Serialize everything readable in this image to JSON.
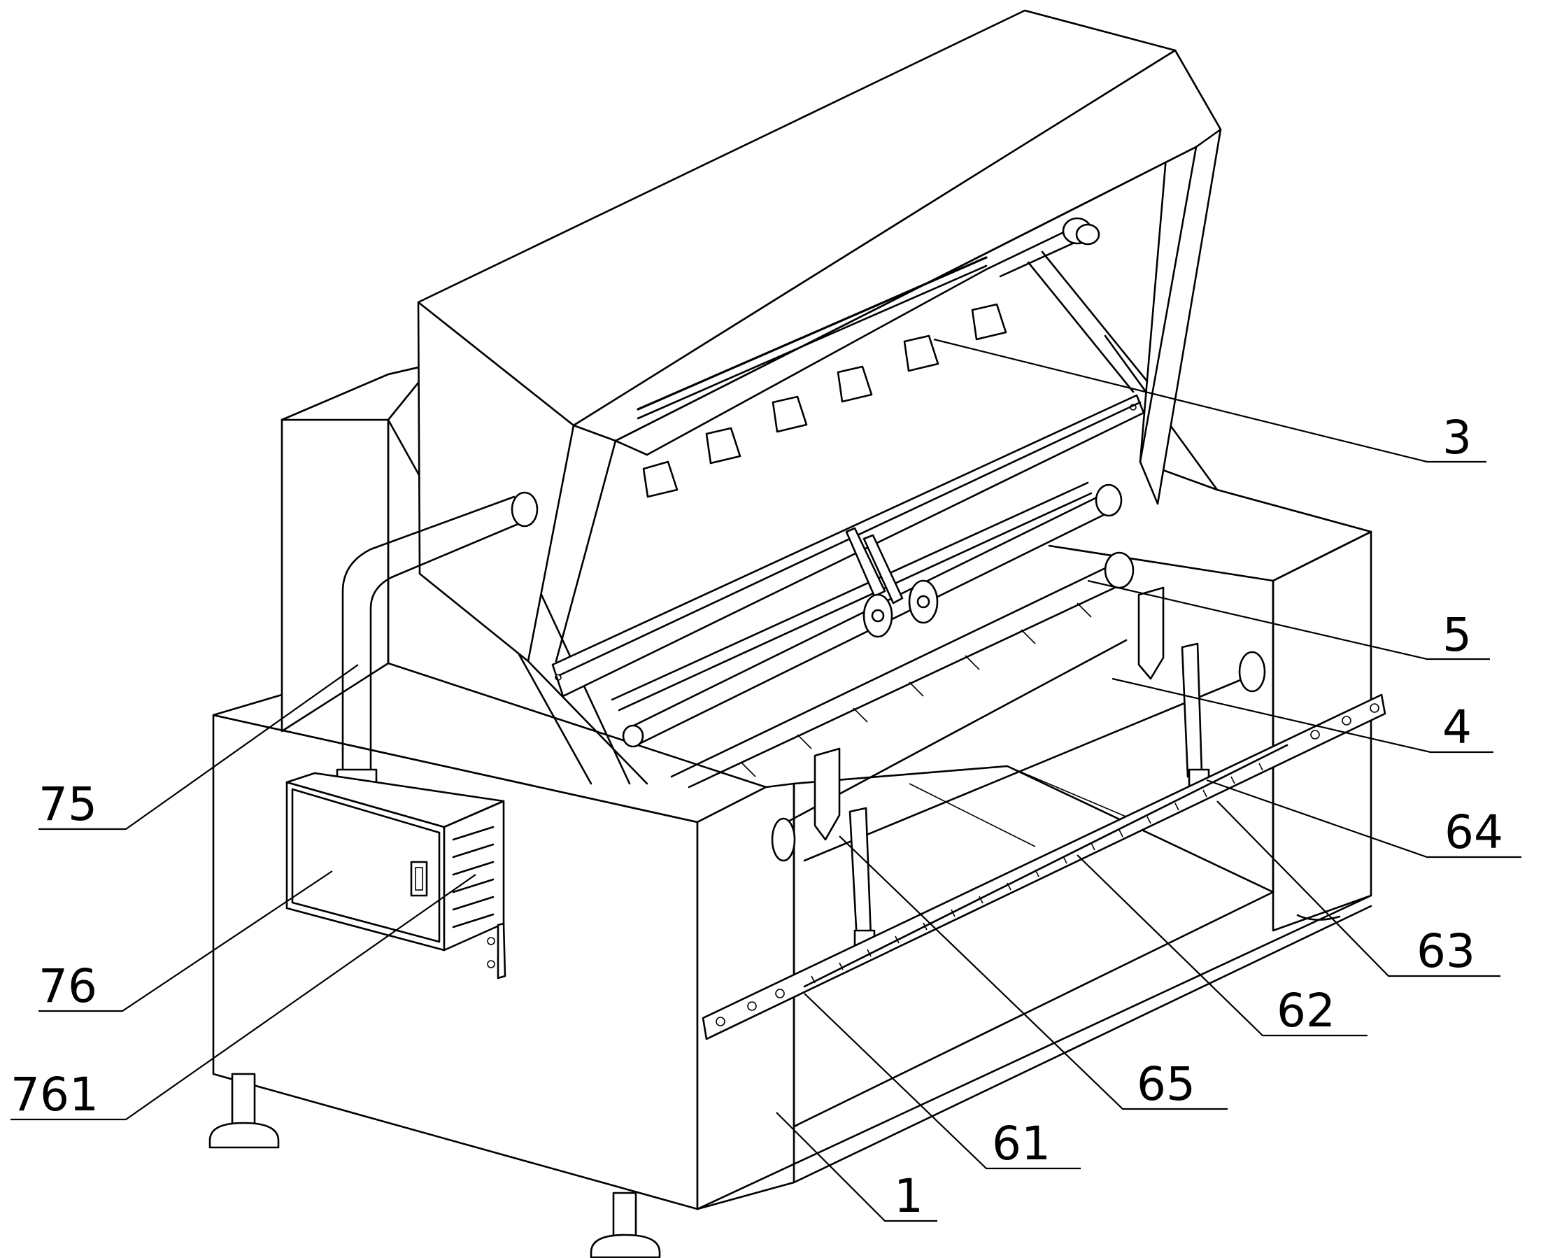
{
  "labels": [
    {
      "id": "3",
      "text": "3"
    },
    {
      "id": "5",
      "text": "5"
    },
    {
      "id": "4",
      "text": "4"
    },
    {
      "id": "64",
      "text": "64"
    },
    {
      "id": "63",
      "text": "63"
    },
    {
      "id": "62",
      "text": "62"
    },
    {
      "id": "65",
      "text": "65"
    },
    {
      "id": "61",
      "text": "61"
    },
    {
      "id": "1",
      "text": "1"
    },
    {
      "id": "75",
      "text": "75"
    },
    {
      "id": "76",
      "text": "76"
    },
    {
      "id": "761",
      "text": "761"
    }
  ]
}
